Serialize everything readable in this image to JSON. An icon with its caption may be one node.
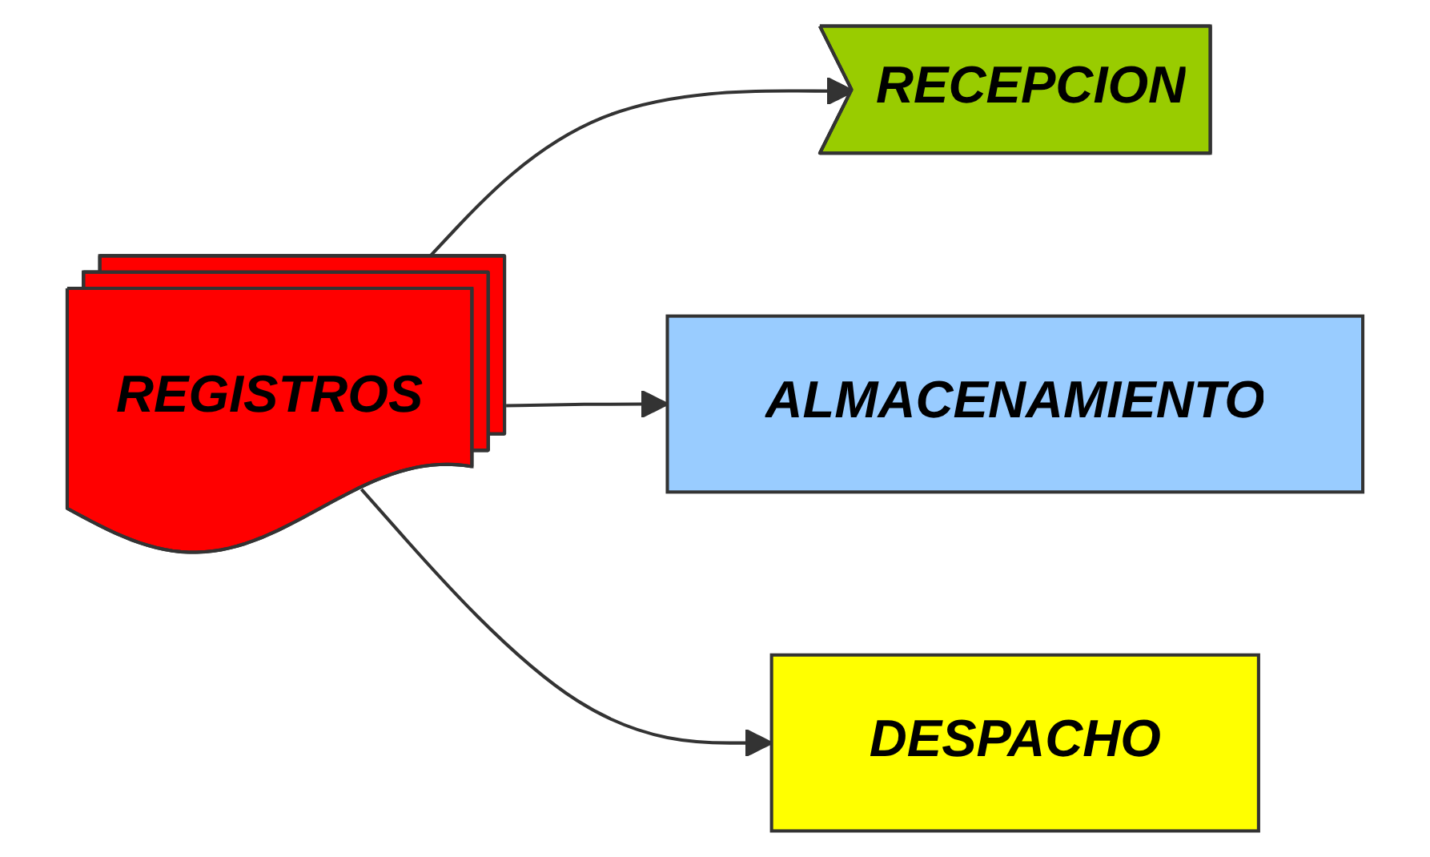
{
  "diagram": {
    "nodes": [
      {
        "text": [
          "RECEPCION"
        ]
      },
      {
        "text": [
          "REGISTROS"
        ]
      },
      {
        "text": [
          "ALMACENAMIENTO"
        ]
      },
      {
        "text": [
          "DESPACHO"
        ]
      }
    ],
    "edges": [
      {
        "from": 1,
        "to": 0,
        "arrow": "to"
      },
      {
        "from": 1,
        "to": 2,
        "arrow": "to"
      },
      {
        "from": 1,
        "to": 3,
        "arrow": "to"
      }
    ]
  }
}
